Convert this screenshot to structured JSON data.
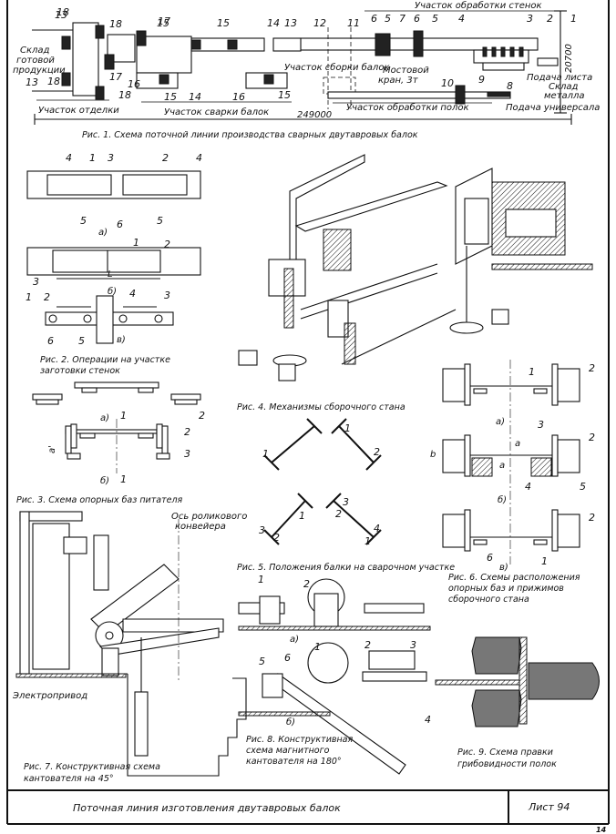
{
  "sheet": {
    "title": "Поточная линия изготовления двутавровых балок",
    "sheet_label": "Лист 94",
    "corner_mark": "14"
  },
  "fig1": {
    "caption": "Рис. 1. Схема поточной линии производства сварных двутавровых балок",
    "dim_length": "249000",
    "dim_width": "20700",
    "areas": {
      "wall_processing": "Участок обработки стенок",
      "beam_assembly": "Участок сборки балок",
      "flange_processing": "Участок обработки полок",
      "beam_welding": "Участок сварки балок",
      "finishing": "Участок отделки"
    },
    "labels": {
      "warehouse_finished": [
        "Склад",
        "готовой",
        "продукции"
      ],
      "sheet_feed": "Подача листа",
      "metal_warehouse": [
        "Склад",
        "металла"
      ],
      "universal_feed": "Подача универсала",
      "crane": [
        "Мостовой",
        "кран, 3т"
      ]
    },
    "positions": [
      "1",
      "2",
      "3",
      "4",
      "5",
      "6",
      "7",
      "5",
      "6",
      "8",
      "9",
      "10",
      "11",
      "12",
      "13",
      "14",
      "15",
      "15",
      "16",
      "17",
      "17",
      "18",
      "18",
      "18",
      "18",
      "13",
      "13",
      "14",
      "15",
      "15",
      "16"
    ]
  },
  "fig2": {
    "caption": [
      "Рис. 2. Операции на участке",
      "заготовки стенок"
    ],
    "sub": [
      "а)",
      "б)",
      "в)"
    ],
    "dim": "L",
    "positions": [
      "1",
      "2",
      "3",
      "4",
      "4",
      "5",
      "5",
      "6",
      "1",
      "2",
      "3",
      "1",
      "2",
      "3",
      "4",
      "5",
      "6"
    ]
  },
  "fig3": {
    "caption": "Рис. 3. Схема опорных баз питателя",
    "sub": [
      "а)",
      "б)"
    ],
    "dim": "a'",
    "positions": [
      "1",
      "2",
      "1",
      "2",
      "3"
    ]
  },
  "fig4": {
    "caption": "Рис. 4. Механизмы сборочного стана"
  },
  "fig5": {
    "caption": "Рис. 5. Положения балки на сварочном участке",
    "positions": [
      "1",
      "1",
      "2",
      "1",
      "2",
      "3",
      "2",
      "3",
      "4",
      "1"
    ]
  },
  "fig6": {
    "caption": [
      "Рис. 6. Схемы расположения",
      "опорных баз и прижимов",
      "сборочного стана"
    ],
    "sub": [
      "а)",
      "б)",
      "в)"
    ],
    "dims": [
      "b",
      "a",
      "a"
    ],
    "positions": [
      "1",
      "2",
      "3",
      "2",
      "4",
      "5",
      "2",
      "6",
      "1"
    ]
  },
  "fig7": {
    "caption": [
      "Рис. 7. Конструктивная схема",
      "кантователя на 45°"
    ],
    "labels": {
      "conveyor_axis": [
        "Ось роликового",
        "конвейера"
      ],
      "drive": "Электропривод"
    }
  },
  "fig8": {
    "caption": [
      "Рис. 8. Конструктивная",
      "схема магнитного",
      "кантователя на 180°"
    ],
    "sub": [
      "а)",
      "б)"
    ],
    "positions": [
      "1",
      "2",
      "1",
      "2",
      "3",
      "4",
      "5",
      "6"
    ]
  },
  "fig9": {
    "caption": [
      "Рис. 9. Схема правки",
      "грибовидности полок"
    ]
  }
}
